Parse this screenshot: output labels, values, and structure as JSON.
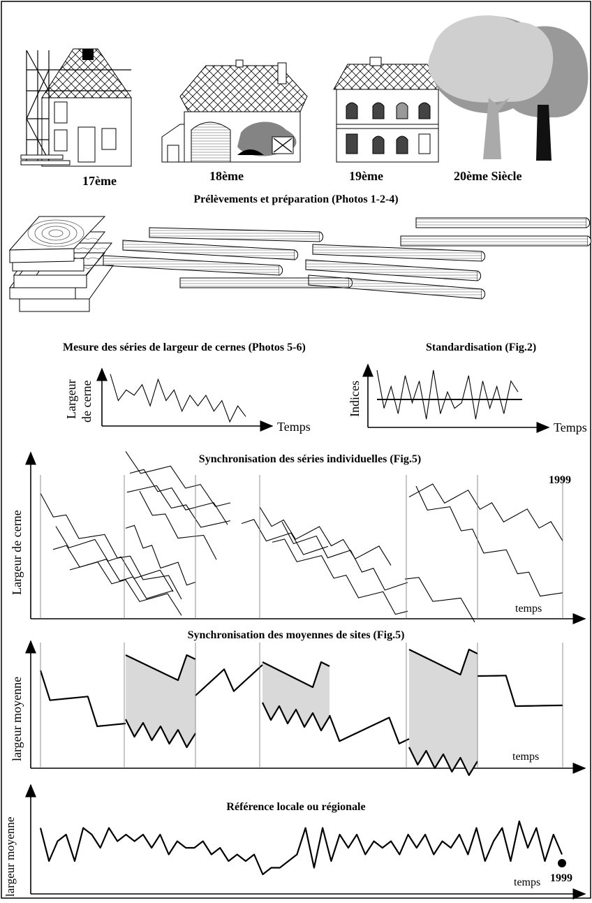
{
  "periods": {
    "p17": "17ème",
    "p18": "18ème",
    "p19": "19ème",
    "p20": "20ème Siècle"
  },
  "sections": {
    "sampling": "Prélèvements et préparation (Photos 1-2-4)",
    "measure": "Mesure des séries de largeur de cernes (Photos 5-6)",
    "standard": "Standardisation (Fig.2)",
    "sync_individual": "Synchronisation des séries individuelles (Fig.5)",
    "sync_sites": "Synchronisation des moyennes de sites (Fig.5)",
    "reference": "Référence locale ou régionale"
  },
  "chart_data": [
    {
      "type": "line",
      "ylabel": "Largeur de cerne",
      "xlabel": "Temps",
      "values": [
        9,
        4,
        6,
        5,
        7,
        3,
        8,
        4,
        6,
        2,
        5,
        3,
        5,
        2,
        4,
        0,
        3,
        1
      ]
    },
    {
      "type": "line",
      "ylabel": "Indices",
      "xlabel": "Temps",
      "reference_line": 5,
      "values": [
        10,
        3,
        7,
        2,
        9,
        4,
        8,
        1,
        10,
        2,
        6,
        3,
        4,
        9,
        1,
        8,
        3,
        7,
        2,
        8,
        6
      ]
    },
    {
      "type": "line",
      "ylabel": "Largeur de cerne",
      "xlabel": "temps",
      "end_year": "1999",
      "series_count": 14
    },
    {
      "type": "area",
      "ylabel": "largeur moyenne",
      "xlabel": "temps",
      "site_mean_count": 4,
      "overlap_zones": 3
    },
    {
      "type": "line",
      "ylabel": "largeur moyenne",
      "xlabel": "temps",
      "end_year": "1999",
      "values": [
        6,
        1,
        4,
        5,
        1,
        6,
        5,
        3,
        6,
        4,
        5,
        4,
        5,
        3,
        5,
        2,
        4,
        3,
        3,
        4,
        2,
        3,
        1,
        2,
        1,
        2,
        -1,
        0,
        0,
        1,
        2,
        6,
        0,
        6,
        1,
        5,
        3,
        5,
        2,
        4,
        3,
        4,
        2,
        5,
        3,
        5,
        2,
        4,
        3,
        5,
        2,
        6,
        1,
        4,
        6,
        1,
        7,
        3,
        6,
        1,
        5,
        2
      ]
    }
  ]
}
